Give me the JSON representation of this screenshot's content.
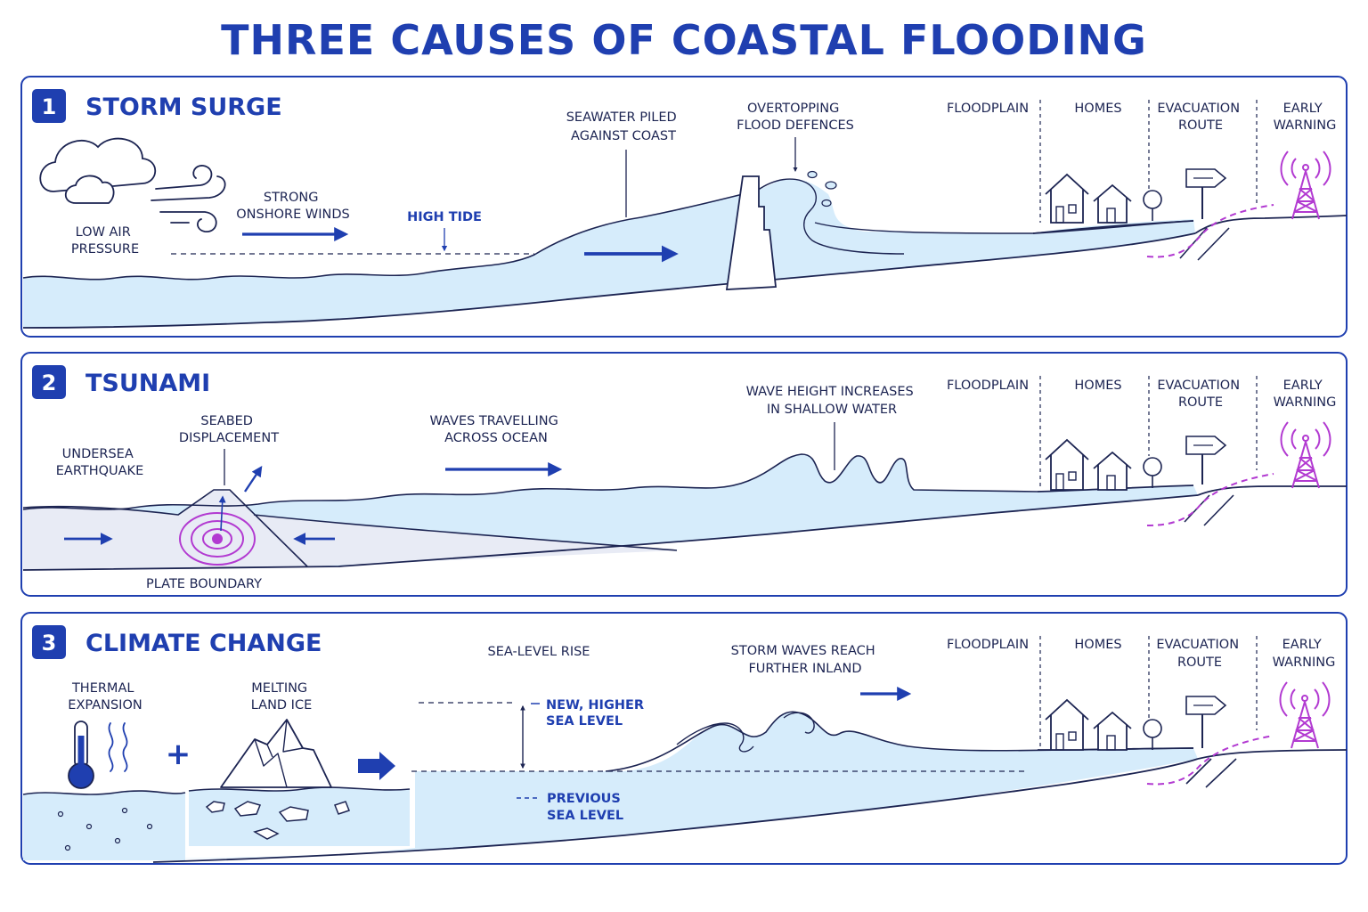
{
  "title": "THREE CAUSES OF COASTAL FLOODING",
  "colors": {
    "accent": "#1f3fb0",
    "line": "#1c2452",
    "water": "#d6ecfb",
    "warning": "#b23ad1"
  },
  "panels": [
    {
      "number": "1",
      "title": "STORM SURGE",
      "labels": {
        "low_air_pressure": [
          "LOW AIR",
          "PRESSURE"
        ],
        "onshore_winds": [
          "STRONG",
          "ONSHORE WINDS"
        ],
        "high_tide": "HIGH TIDE",
        "seawater_piled": [
          "SEAWATER PILED",
          "AGAINST COAST"
        ],
        "overtopping": [
          "OVERTOPPING",
          "FLOOD DEFENCES"
        ]
      },
      "zones": {
        "floodplain": "FLOODPLAIN",
        "homes": "HOMES",
        "evacuation": [
          "EVACUATION",
          "ROUTE"
        ],
        "warning": [
          "EARLY",
          "WARNING"
        ]
      }
    },
    {
      "number": "2",
      "title": "TSUNAMI",
      "labels": {
        "earthquake": [
          "UNDERSEA",
          "EARTHQUAKE"
        ],
        "seabed": [
          "SEABED",
          "DISPLACEMENT"
        ],
        "waves_travelling": [
          "WAVES TRAVELLING",
          "ACROSS OCEAN"
        ],
        "wave_height": [
          "WAVE HEIGHT INCREASES",
          "IN SHALLOW WATER"
        ],
        "plate_boundary": "PLATE BOUNDARY"
      },
      "zones": {
        "floodplain": "FLOODPLAIN",
        "homes": "HOMES",
        "evacuation": [
          "EVACUATION",
          "ROUTE"
        ],
        "warning": [
          "EARLY",
          "WARNING"
        ]
      }
    },
    {
      "number": "3",
      "title": "CLIMATE CHANGE",
      "labels": {
        "thermal": [
          "THERMAL",
          "EXPANSION"
        ],
        "plus": "+",
        "melting": [
          "MELTING",
          "LAND ICE"
        ],
        "sea_level_rise": "SEA-LEVEL RISE",
        "new_level": [
          "NEW, HIGHER",
          "SEA LEVEL"
        ],
        "previous_level": [
          "PREVIOUS",
          "SEA LEVEL"
        ],
        "storm_waves": [
          "STORM WAVES REACH",
          "FURTHER INLAND"
        ]
      },
      "zones": {
        "floodplain": "FLOODPLAIN",
        "homes": "HOMES",
        "evacuation": [
          "EVACUATION",
          "ROUTE"
        ],
        "warning": [
          "EARLY",
          "WARNING"
        ]
      }
    }
  ]
}
